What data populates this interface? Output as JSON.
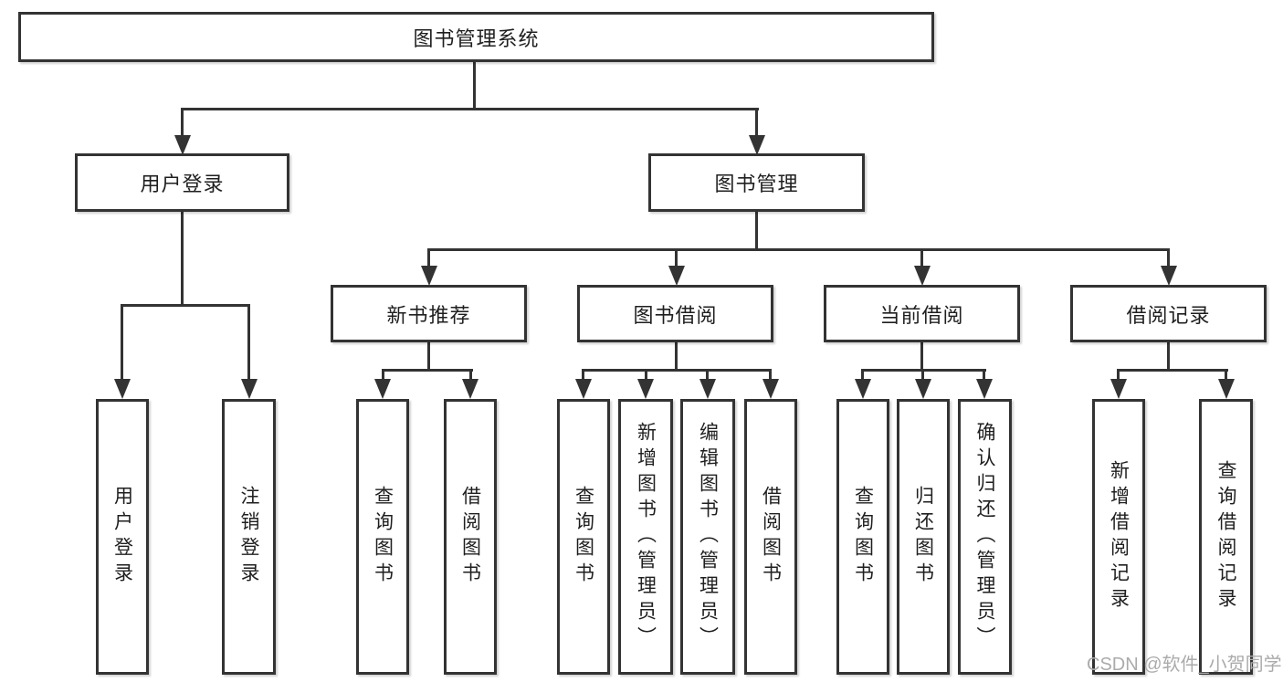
{
  "diagram": {
    "root": {
      "label": "图书管理系统"
    },
    "level2": {
      "user_login": {
        "label": "用户登录"
      },
      "book_mgmt": {
        "label": "图书管理"
      }
    },
    "level3": {
      "new_book_rec": {
        "label": "新书推荐"
      },
      "book_borrow": {
        "label": "图书借阅"
      },
      "current_borrow": {
        "label": "当前借阅"
      },
      "borrow_records": {
        "label": "借阅记录"
      }
    },
    "leaves": {
      "user_login_leaf": {
        "label": "用户登录"
      },
      "logout": {
        "label": "注销登录"
      },
      "rec_query_book": {
        "label": "查询图书"
      },
      "rec_borrow_book": {
        "label": "借阅图书"
      },
      "bb_query_book": {
        "label": "查询图书"
      },
      "bb_add_book": {
        "label": "新增图书（管理员）"
      },
      "bb_edit_book": {
        "label": "编辑图书（管理员）"
      },
      "bb_borrow_book": {
        "label": "借阅图书"
      },
      "cb_query_book": {
        "label": "查询图书"
      },
      "cb_return_book": {
        "label": "归还图书"
      },
      "cb_confirm_return": {
        "label": "确认归还（管理员）"
      },
      "br_add_record": {
        "label": "新增借阅记录"
      },
      "br_query_record": {
        "label": "查询借阅记录"
      }
    }
  },
  "watermark": {
    "text": "CSDN @软件_小贺同学"
  },
  "colors": {
    "line": "#333333",
    "text": "#1f1f1f",
    "watermark": "#ababab",
    "background": "#ffffff"
  }
}
